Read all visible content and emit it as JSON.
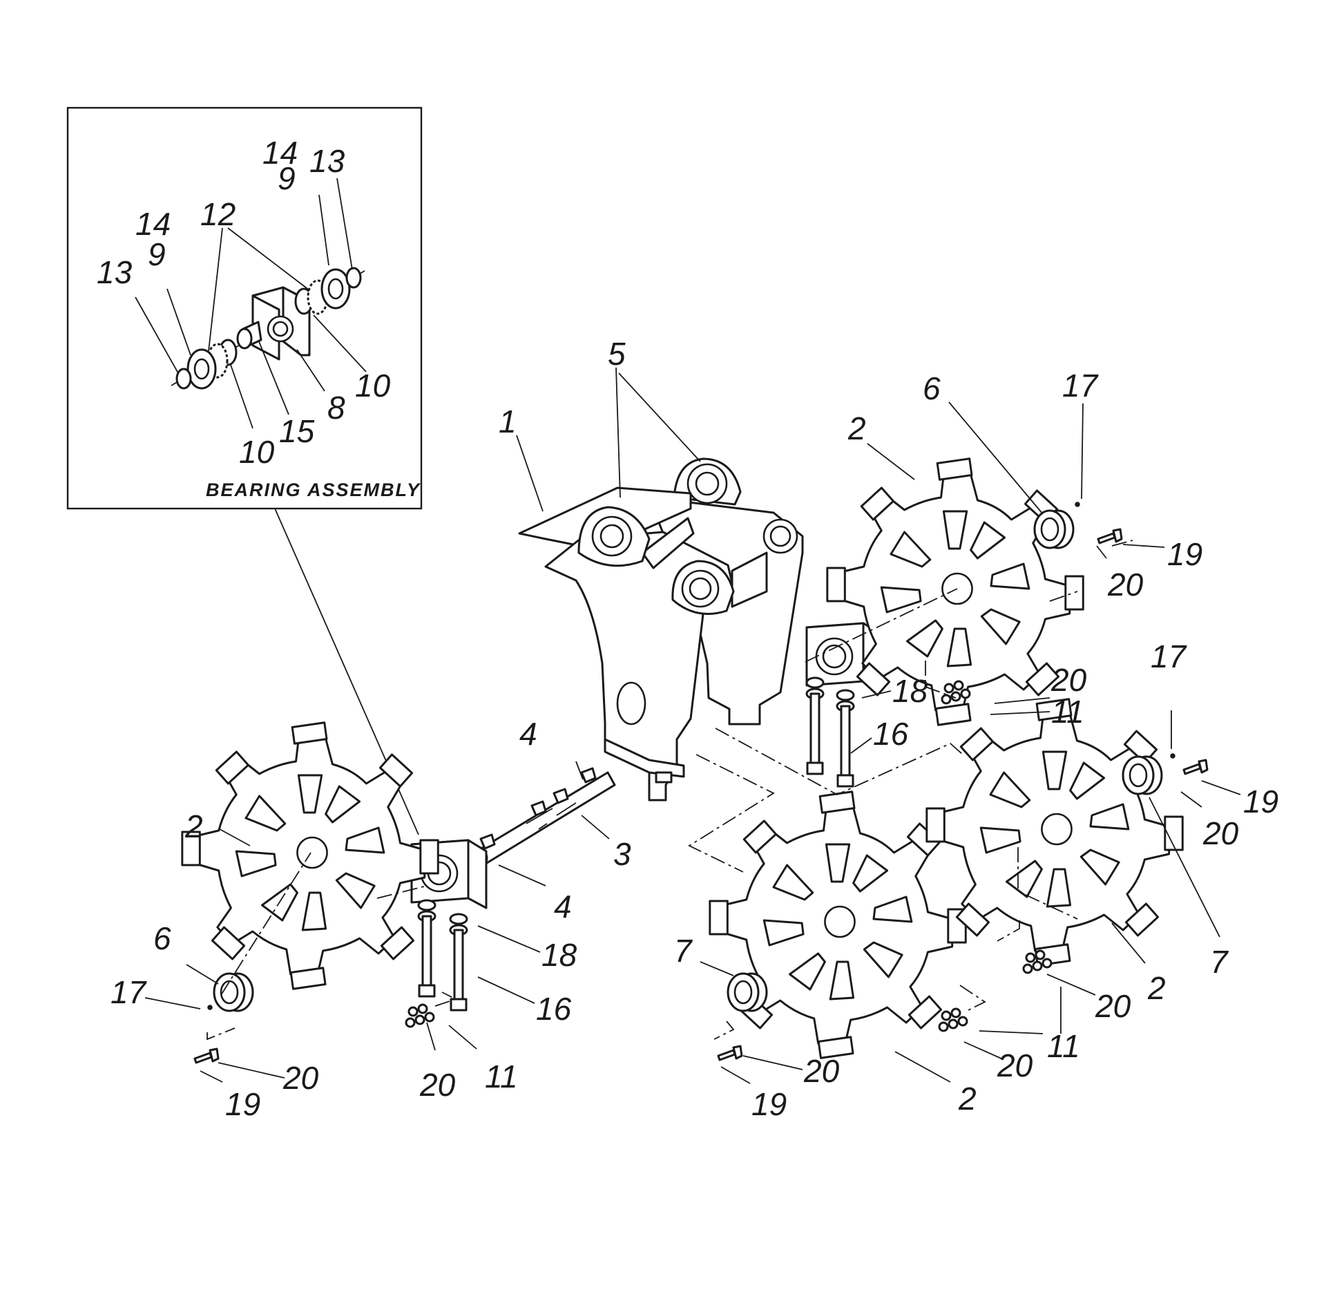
{
  "inset": {
    "title": "BEARING ASSEMBLY"
  },
  "callouts": {
    "inset_14_right": "14",
    "inset_13_right": "13",
    "inset_9_right": "9",
    "inset_14_left": "14",
    "inset_12": "12",
    "inset_9_left": "9",
    "inset_13_left": "13",
    "inset_10_right": "10",
    "inset_8": "8",
    "inset_15": "15",
    "inset_10_left": "10",
    "main_5": "5",
    "main_1": "1",
    "main_2_topright": "2",
    "main_6_topright": "6",
    "main_17_top": "17",
    "main_19_top": "19",
    "main_20_top": "20",
    "main_18_mid": "18",
    "main_20_mid": "20",
    "main_11_mid": "11",
    "main_16_mid": "16",
    "main_17_right": "17",
    "main_19_right": "19",
    "main_20_right": "20",
    "main_7_right": "7",
    "main_4_top": "4",
    "main_3": "3",
    "main_4_bottom": "4",
    "main_2_left": "2",
    "main_18_left": "18",
    "main_6_left": "6",
    "main_17_left": "17",
    "main_16_left": "16",
    "main_20_left_a": "20",
    "main_20_left_b": "20",
    "main_11_left": "11",
    "main_19_left": "19",
    "main_7_center": "7",
    "main_20_center": "20",
    "main_19_center": "19",
    "main_2_center": "2",
    "main_2_right": "2",
    "main_20_lowright_a": "20",
    "main_11_lowright": "11",
    "main_20_lowright_b": "20"
  }
}
